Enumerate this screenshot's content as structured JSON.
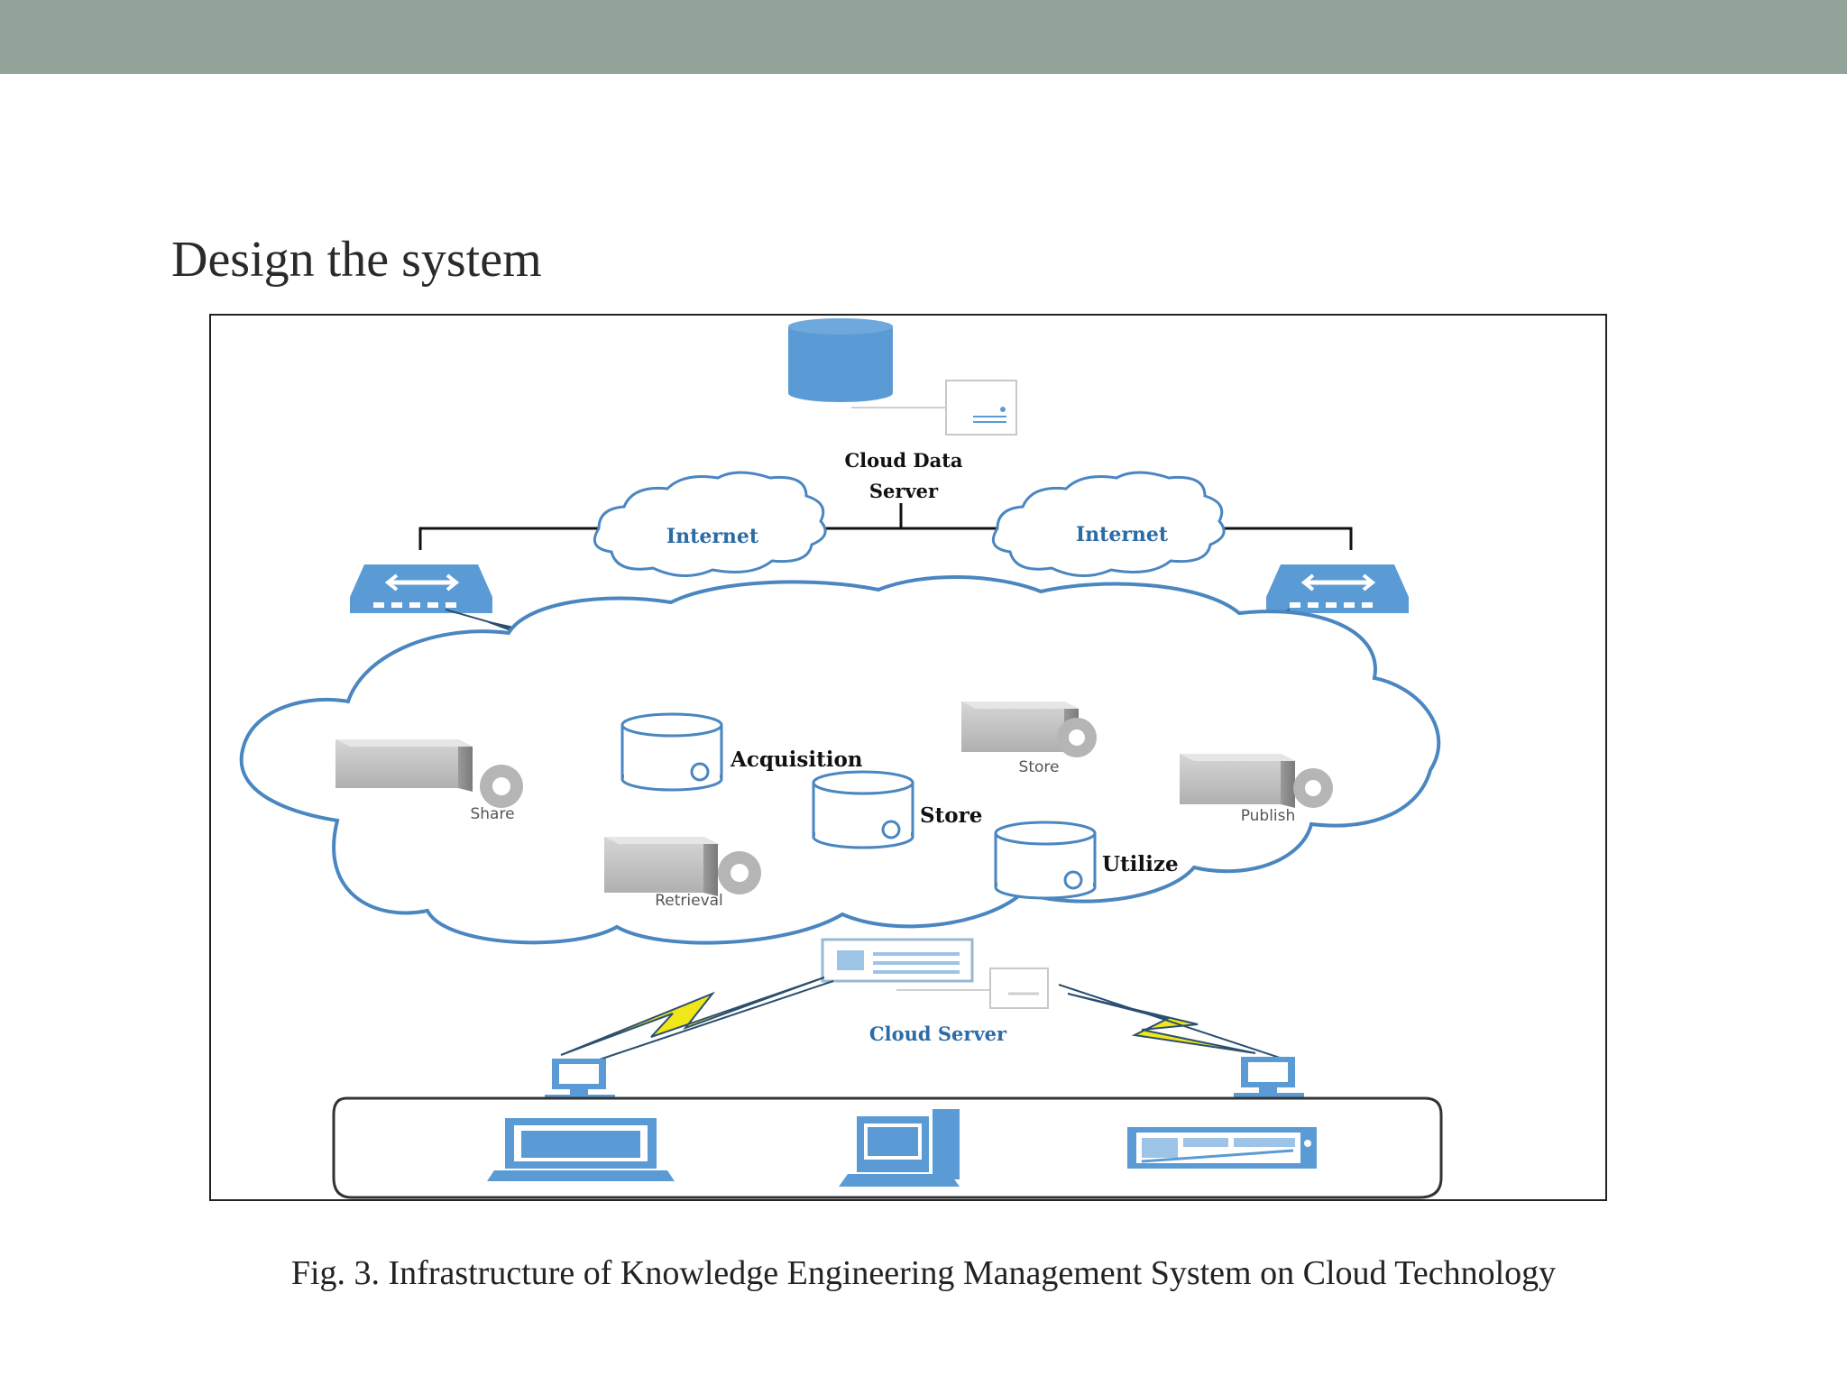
{
  "header": {
    "title": "Design the system"
  },
  "diagram": {
    "cloud_data_server_line1": "Cloud Data",
    "cloud_data_server_line2": "Server",
    "internet_left": "Internet",
    "internet_right": "Internet",
    "acquisition": "Acquisition",
    "store_db": "Store",
    "utilize": "Utilize",
    "share": "Share",
    "retrieval": "Retrieval",
    "store_server": "Store",
    "publish": "Publish",
    "cloud_server": "Cloud Server"
  },
  "caption": "Fig. 3. Infrastructure of Knowledge Engineering Management System on Cloud Technology",
  "colors": {
    "band": "#92a39a",
    "device_blue": "#5b9bd5",
    "cloud_outline": "#4a86c0",
    "lightning": "#f0e61a"
  }
}
